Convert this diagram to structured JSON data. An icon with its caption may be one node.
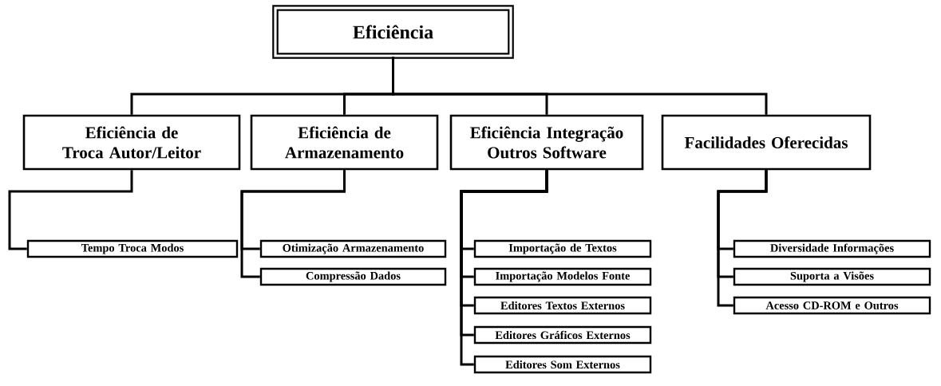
{
  "diagram": {
    "nodes": [
      {
        "text": [
          "Eficiência"
        ]
      },
      {
        "text": [
          "Eficiência de Troca Autor/Leitor"
        ]
      },
      {
        "text": [
          "Eficiência de Armazenamento"
        ]
      },
      {
        "text": [
          "Eficiência Integração Outros Software"
        ]
      },
      {
        "text": [
          "Facilidades Oferecidas"
        ]
      },
      {
        "text": [
          "Tempo Troca Modos"
        ]
      },
      {
        "text": [
          "Otimização Armazenamento"
        ]
      },
      {
        "text": [
          "Compressão Dados"
        ]
      },
      {
        "text": [
          "Importação de Textos"
        ]
      },
      {
        "text": [
          "Importação Modelos Fonte"
        ]
      },
      {
        "text": [
          "Editores Textos Externos"
        ]
      },
      {
        "text": [
          "Editores Gráficos Externos"
        ]
      },
      {
        "text": [
          "Editores Som Externos"
        ]
      },
      {
        "text": [
          "Diversidade Informações"
        ]
      },
      {
        "text": [
          "Suporta a Visões"
        ]
      },
      {
        "text": [
          "Acesso CD-ROM e Outros"
        ]
      }
    ],
    "edges": [
      {
        "from": 0,
        "to": 1,
        "arrow": "none"
      },
      {
        "from": 0,
        "to": 2,
        "arrow": "none"
      },
      {
        "from": 0,
        "to": 3,
        "arrow": "none"
      },
      {
        "from": 0,
        "to": 4,
        "arrow": "none"
      },
      {
        "from": 1,
        "to": 5,
        "arrow": "none"
      },
      {
        "from": 2,
        "to": 6,
        "arrow": "none"
      },
      {
        "from": 2,
        "to": 7,
        "arrow": "none"
      },
      {
        "from": 3,
        "to": 8,
        "arrow": "none"
      },
      {
        "from": 3,
        "to": 9,
        "arrow": "none"
      },
      {
        "from": 3,
        "to": 10,
        "arrow": "none"
      },
      {
        "from": 3,
        "to": 11,
        "arrow": "none"
      },
      {
        "from": 3,
        "to": 12,
        "arrow": "none"
      },
      {
        "from": 4,
        "to": 13,
        "arrow": "none"
      },
      {
        "from": 4,
        "to": 14,
        "arrow": "none"
      },
      {
        "from": 4,
        "to": 15,
        "arrow": "none"
      }
    ]
  }
}
